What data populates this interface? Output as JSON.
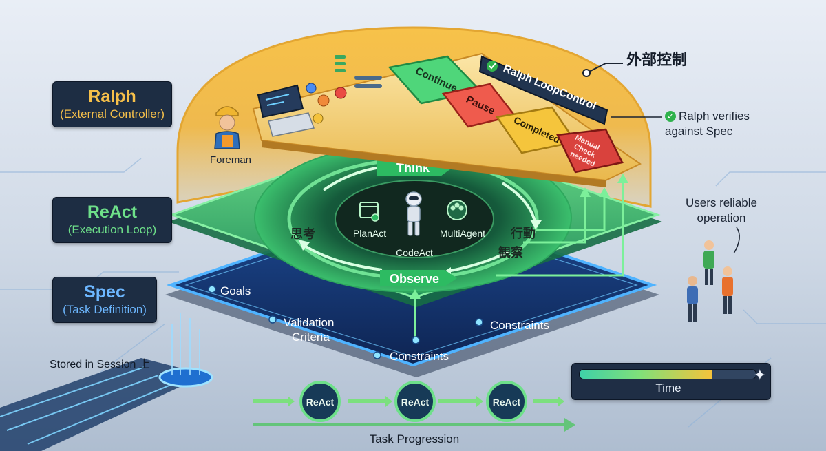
{
  "labels": {
    "ralph": {
      "title": "Ralph",
      "subtitle": "(External Controller)"
    },
    "react": {
      "title": "ReAct",
      "subtitle": "(Execution Loop)"
    },
    "spec": {
      "title": "Spec",
      "subtitle": "(Task Definition)"
    }
  },
  "control_panel": {
    "header": "Ralph LoopControl",
    "buttons": {
      "continue": "Continue",
      "pause": "Pause",
      "completed": "Completed",
      "manual_line1": "Manual",
      "manual_line2": "Check",
      "manual_line3": "needed"
    },
    "operator": "Foreman"
  },
  "notes": {
    "external_control": "外部控制",
    "verify": "Ralph verifies against Spec",
    "users_line1": "Users reliable",
    "users_line2": "operation"
  },
  "react_loop": {
    "think": "Think",
    "observe": "Observe",
    "thought_jp": "思考",
    "action_jp": "行動",
    "observation_jp": "観察",
    "agents": {
      "plan": "PlanAct",
      "code": "CodeAct",
      "multi": "MultiAgent"
    }
  },
  "spec": {
    "goals": "Goals",
    "validation_line1": "Validation",
    "validation_line2": "Criteria",
    "constraints_front": "Constraints",
    "constraints_right": "Constraints",
    "storage": "Stored in Session 上"
  },
  "progression": {
    "cycles": [
      "ReAct",
      "ReAct",
      "ReAct"
    ],
    "label": "Task Progression"
  },
  "time": {
    "label": "Time",
    "progress": 0.75
  },
  "colors": {
    "ralph": "#f6c04a",
    "react": "#6ee08a",
    "spec": "#6db7ff",
    "continue": "#4fd67a",
    "pause": "#ef5b4d",
    "completed": "#f5c53c",
    "manual": "#d9423d"
  }
}
